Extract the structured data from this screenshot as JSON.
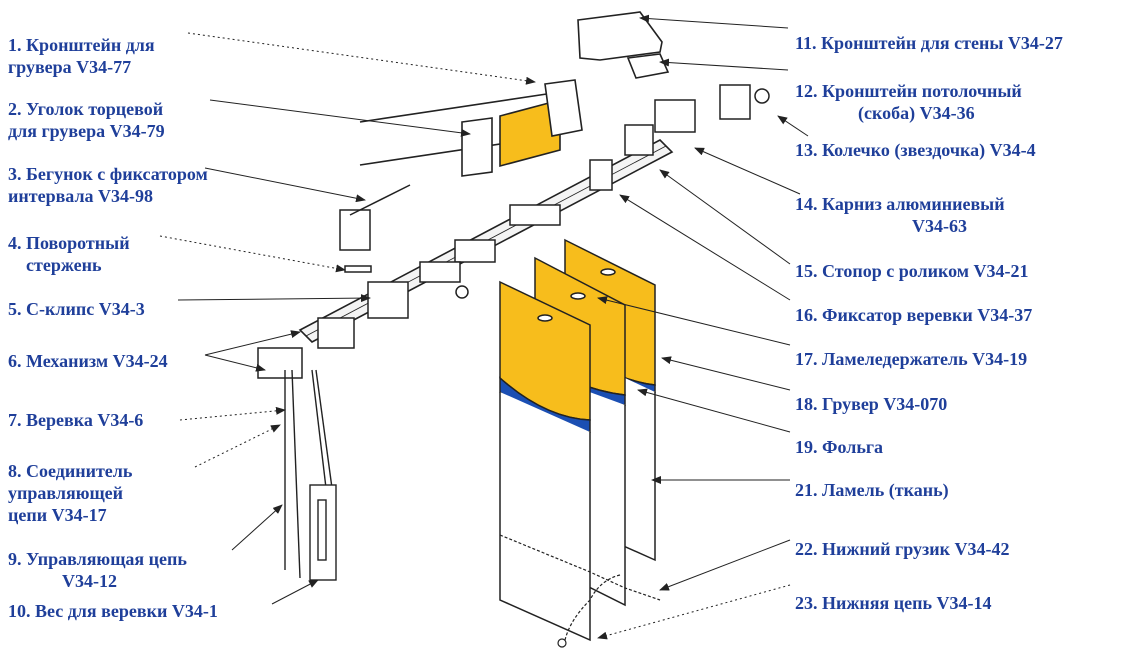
{
  "colors": {
    "label": "#1f3f9a",
    "slat_yellow": "#f7bd1c",
    "groove_blue": "#1b4fb3",
    "line": "#222222"
  },
  "labels_left": [
    "1. Кронштейн для\nгрувера V34-77",
    "2. Уголок торцевой\nдля грувера V34-79",
    "3. Бегунок с фиксатором\nинтервала V34-98",
    "4. Поворотный\n    стержень",
    "5. С-клипс V34-3",
    "6. Механизм V34-24",
    "7. Веревка V34-6",
    "8. Соединитель\nуправляющей\nцепи V34-17",
    "9. Управляющая цепь\n            V34-12",
    "10. Вес для веревки V34-1"
  ],
  "labels_right": [
    "11. Кронштейн для стены V34-27",
    "12. Кронштейн потолочный\n              (скоба) V34-36",
    "13. Колечко (звездочка) V34-4",
    "14. Карниз алюминиевый\n                          V34-63",
    "15. Стопор с роликом V34-21",
    "16. Фиксатор веревки V34-37",
    "17. Ламеледержатель V34-19",
    "18. Грувер V34-070",
    "19. Фольга",
    "21. Ламель (ткань)",
    "22. Нижний грузик V34-42",
    "23. Нижняя цепь V34-14"
  ]
}
